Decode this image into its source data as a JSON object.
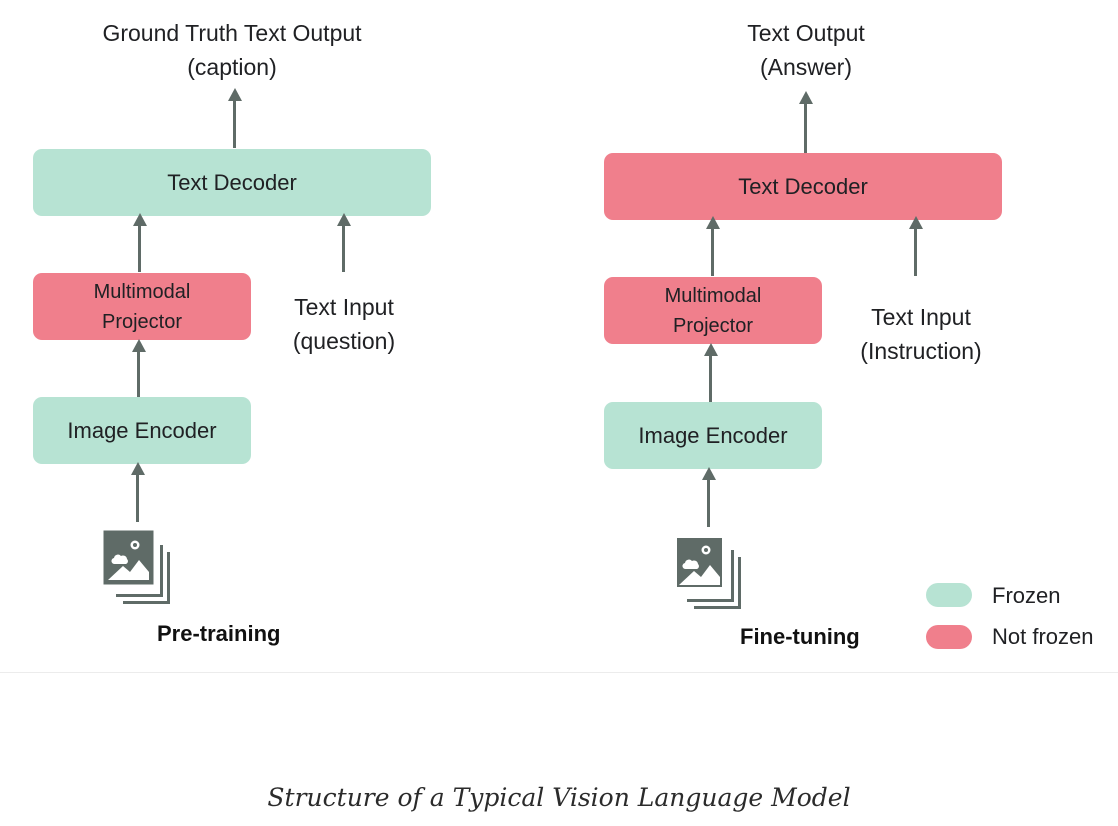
{
  "pretraining": {
    "output_label_line1": "Ground Truth Text Output",
    "output_label_line2": "(caption)",
    "text_decoder": "Text Decoder",
    "projector_line1": "Multimodal",
    "projector_line2": "Projector",
    "text_input_line1": "Text Input",
    "text_input_line2": "(question)",
    "image_encoder": "Image Encoder",
    "title": "Pre-training"
  },
  "finetuning": {
    "output_label_line1": "Text Output",
    "output_label_line2": "(Answer)",
    "text_decoder": "Text Decoder",
    "projector_line1": "Multimodal",
    "projector_line2": "Projector",
    "text_input_line1": "Text Input",
    "text_input_line2": "(Instruction)",
    "image_encoder": "Image Encoder",
    "title": "Fine-tuning"
  },
  "legend": {
    "frozen": "Frozen",
    "not_frozen": "Not frozen"
  },
  "colors": {
    "frozen": "#b7e3d3",
    "not_frozen": "#f07f8c",
    "arrow": "#5f6b67"
  },
  "caption": "Structure of a Typical Vision Language Model"
}
